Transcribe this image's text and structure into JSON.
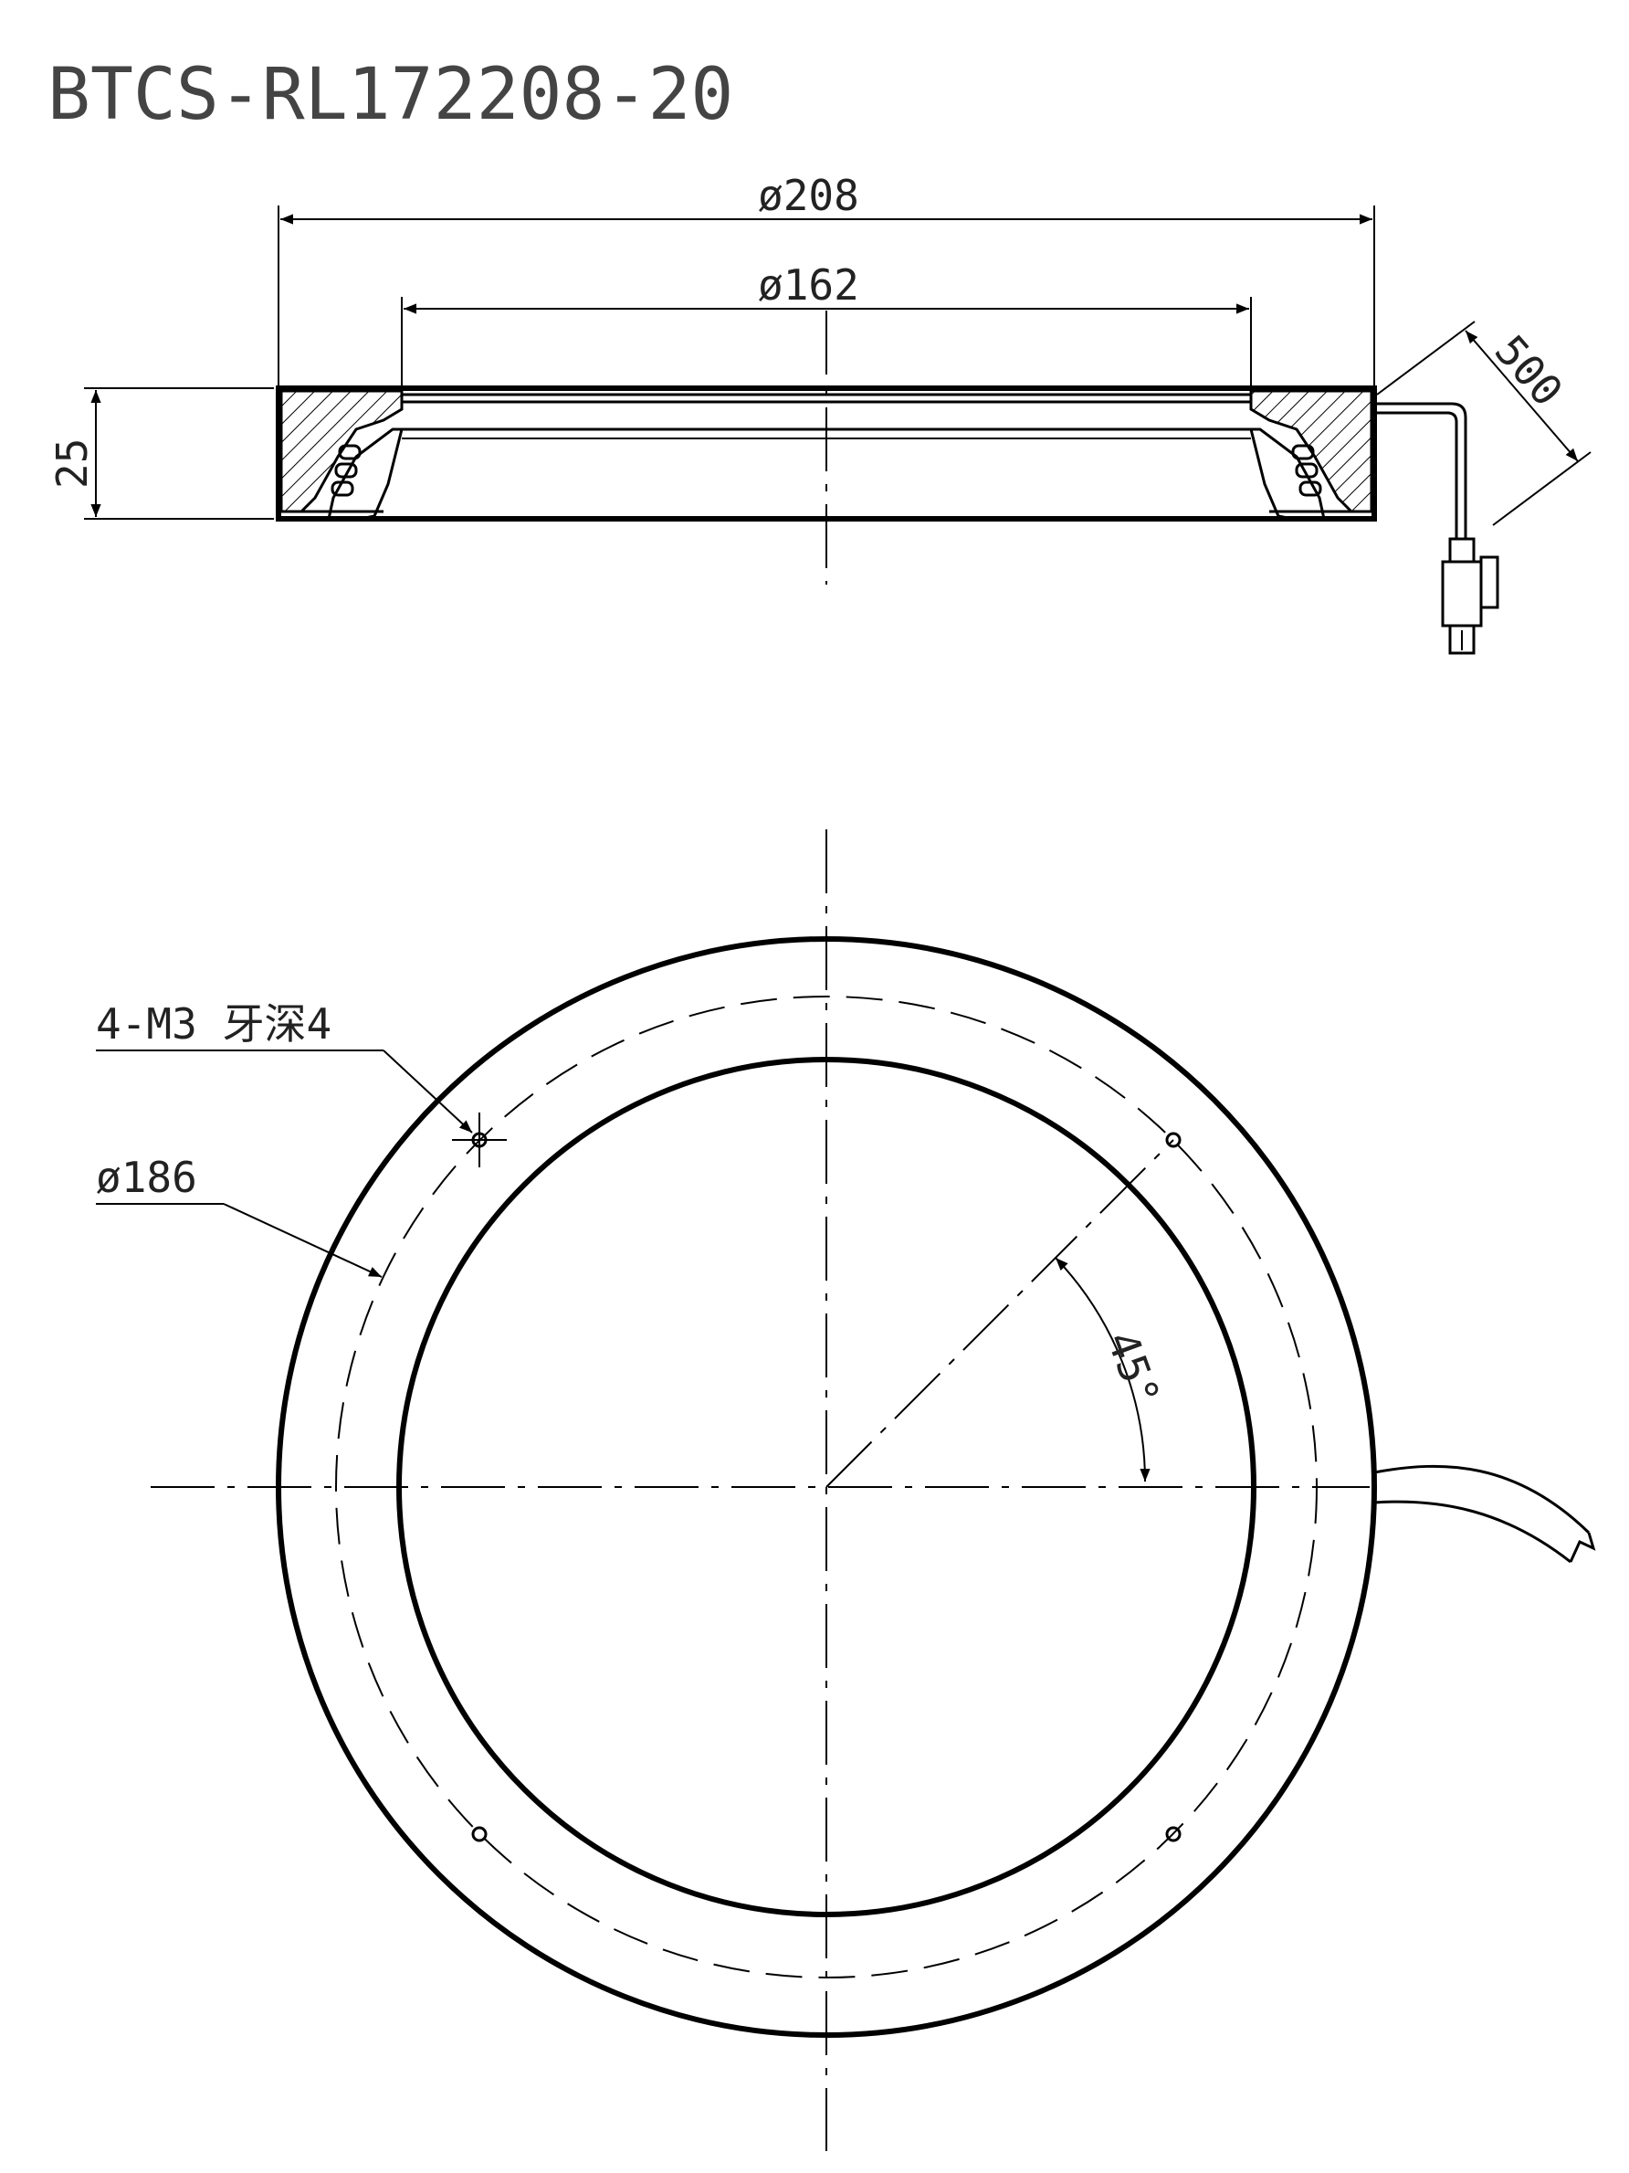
{
  "title": "BTCS-RL172208-20",
  "dimensions": {
    "outer_diameter": "ø208",
    "inner_diameter": "ø162",
    "height": "25",
    "cable_length": "500",
    "hole_note": "4-M3 牙深4",
    "hole_circle": "ø186",
    "angle": "45°"
  }
}
